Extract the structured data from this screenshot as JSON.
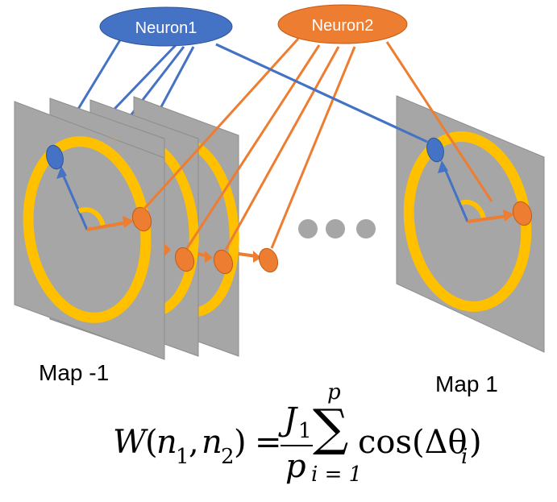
{
  "diagram": {
    "neuron1": {
      "label": "Neuron1",
      "color": "#4472C4"
    },
    "neuron2": {
      "label": "Neuron2",
      "color": "#ED7D31"
    },
    "map_left_label": "Map -1",
    "map_right_label": "Map 1",
    "colors": {
      "panel": "#A6A6A6",
      "ring": "#FFC000",
      "blue": "#4472C4",
      "orange": "#ED7D31",
      "dots": "#A6A6A6"
    }
  },
  "formula": {
    "lhs_W": "W",
    "lhs_open": "(",
    "n1_base": "n",
    "n1_sub": "1",
    "comma": ",",
    "n2_base": "n",
    "n2_sub": "2",
    "lhs_close": ")",
    "equals": "=",
    "frac_num_base": "J",
    "frac_num_sub": "1",
    "frac_den": "p",
    "sum_symbol": "∑",
    "sum_upper": "p",
    "sum_lower": "i = 1",
    "cos_text": "cos(Δθ",
    "cos_sub": "i",
    "cos_close": ")"
  }
}
